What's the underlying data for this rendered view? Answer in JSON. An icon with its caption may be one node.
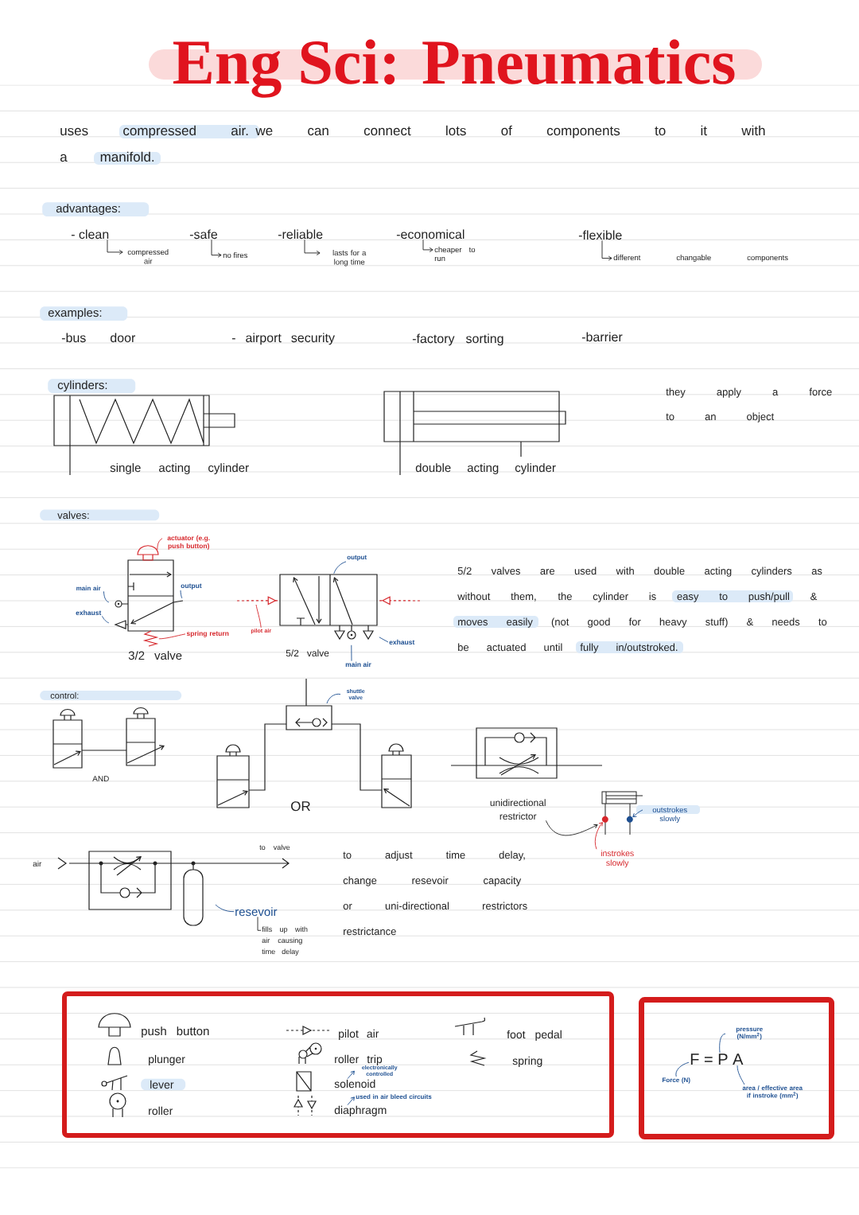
{
  "diagram": {
    "title": "Eng Sci: Pneumatics",
    "nodes": [
      {
        "text": [
          "- clean"
        ]
      },
      {
        "text": [
          "compressed air"
        ]
      },
      {
        "text": [
          "-safe"
        ]
      },
      {
        "text": [
          "no fires"
        ]
      },
      {
        "text": [
          "-reliable"
        ]
      },
      {
        "text": [
          "lasts for a long time"
        ]
      },
      {
        "text": [
          "-economical"
        ]
      },
      {
        "text": [
          "cheaper to run"
        ]
      },
      {
        "text": [
          "-flexible"
        ]
      },
      {
        "text": [
          "different changable components"
        ]
      },
      {
        "text": [],
        "shape": "picture",
        "beside": [
          "3/2 valve"
        ]
      },
      {
        "text": [
          "actuator (e.g. push button)"
        ]
      },
      {
        "text": [
          "main air"
        ]
      },
      {
        "text": [
          "output"
        ]
      },
      {
        "text": [
          "exhaust"
        ]
      },
      {
        "text": [
          "spring return"
        ]
      },
      {
        "text": [],
        "shape": "picture",
        "beside": [
          "5/2 valve"
        ]
      },
      {
        "text": [
          "output"
        ]
      },
      {
        "text": [
          "pilot air"
        ]
      },
      {
        "text": [
          "exhaust"
        ]
      },
      {
        "text": [
          "main air"
        ]
      },
      {
        "text": [
          "shuttle valve"
        ]
      },
      {
        "text": [
          "unidirectional restrictor"
        ]
      },
      {
        "text": [],
        "shape": "picture"
      },
      {
        "text": [],
        "shape": "circle",
        "in": 23
      },
      {
        "text": [],
        "shape": "circle",
        "in": 23
      },
      {
        "text": [
          "outstrokes slowly"
        ]
      },
      {
        "text": [
          "instrokes slowly"
        ]
      },
      {
        "text": [
          "resevoir"
        ]
      },
      {
        "text": [
          "fills up with air causing time delay"
        ]
      },
      {
        "text": [],
        "shape": "box"
      },
      {
        "text": [
          "push button"
        ],
        "in": 30
      },
      {
        "text": [
          "plunger"
        ],
        "in": 30
      },
      {
        "text": [
          "lever"
        ],
        "in": 30
      },
      {
        "text": [
          "roller"
        ],
        "in": 30
      },
      {
        "text": [
          "pilot air"
        ],
        "in": 30
      },
      {
        "text": [
          "roller trip"
        ],
        "in": 30
      },
      {
        "text": [
          "electronically controlled"
        ],
        "in": 30
      },
      {
        "text": [
          "solenoid"
        ],
        "in": 30
      },
      {
        "text": [
          "used in air bleed circuits"
        ],
        "in": 30
      },
      {
        "text": [
          "diaphragm"
        ],
        "in": 30
      },
      {
        "text": [
          "foot pedal"
        ],
        "in": 30
      },
      {
        "text": [
          "spring"
        ],
        "in": 30
      },
      {
        "text": [],
        "shape": "box"
      },
      {
        "text": [
          "pressure (N/mm$^{2}$)"
        ],
        "in": 43
      },
      {
        "text": [
          "F = P A"
        ],
        "in": 43
      },
      {
        "text": [
          "Force (N)"
        ],
        "in": 43
      },
      {
        "text": [
          "area / effective area if instroke (mm$^{2}$)"
        ],
        "in": 43
      }
    ],
    "edges": [
      {
        "from": 0,
        "to": 1,
        "arrow": "to",
        "color": "#222222"
      },
      {
        "from": 2,
        "to": 3,
        "arrow": "to",
        "color": "#222222"
      },
      {
        "from": 4,
        "to": 5,
        "arrow": "to",
        "color": "#222222"
      },
      {
        "from": 6,
        "to": 7,
        "arrow": "to",
        "color": "#222222"
      },
      {
        "from": 8,
        "to": 9,
        "arrow": "to",
        "color": "#222222"
      },
      {
        "from": 11,
        "to": 10,
        "arrow": "none",
        "color": "#d6262b"
      },
      {
        "from": 12,
        "to": 10,
        "arrow": "none"
      },
      {
        "from": 13,
        "to": 10,
        "arrow": "none"
      },
      {
        "from": 14,
        "to": 10,
        "arrow": "none"
      },
      {
        "from": 15,
        "to": 10,
        "arrow": "none",
        "color": "#d6262b"
      },
      {
        "from": 17,
        "to": 16,
        "arrow": "none"
      },
      {
        "from": 18,
        "to": null,
        "arrow": "none",
        "color": "#d6262b"
      },
      {
        "from": 19,
        "to": 16,
        "arrow": "none"
      },
      {
        "from": 20,
        "to": 16,
        "arrow": "none"
      },
      {
        "from": 21,
        "to": null,
        "arrow": "none"
      },
      {
        "from": 22,
        "to": 23,
        "arrow": "to",
        "color": "#222222"
      },
      {
        "from": 27,
        "to": 24,
        "arrow": "to",
        "color": "#d6262b"
      },
      {
        "from": 26,
        "to": 25,
        "arrow": "to"
      },
      {
        "from": 28,
        "to": null,
        "arrow": "none"
      },
      {
        "from": 28,
        "to": 29,
        "arrow": "none",
        "color": "#222222"
      },
      {
        "from": 38,
        "to": 37,
        "arrow": "to"
      },
      {
        "from": 40,
        "to": 39,
        "arrow": "to"
      },
      {
        "from": 44,
        "to": 45,
        "arrow": "none"
      },
      {
        "from": 46,
        "to": 45,
        "arrow": "none"
      },
      {
        "from": 47,
        "to": 45,
        "arrow": "none"
      },
      {
        "from": null,
        "to": 16,
        "arrow": "to",
        "style": "dashed",
        "color": "#d6262b"
      },
      {
        "from": null,
        "to": 16,
        "arrow": "to",
        "style": "dashed",
        "color": "#d6262b"
      }
    ],
    "labels": [
      "uses compressed air. we can connect lots of components to it with a manifold.",
      "advantages:",
      "examples:",
      "-bus door",
      "- airport security",
      "-factory sorting",
      "-barrier",
      "cylinders:",
      "they apply a force to an object",
      "single acting cylinder",
      "double acting cylinder",
      "valves:",
      "5/2 valves are used with double acting cylinders as without them, the cylinder is easy to push/pull & moves easily (not good for heavy stuff) & needs to be actuated until fully in/outstroked.",
      "control:",
      "AND",
      "OR",
      "to valve",
      "air",
      "to adjust time delay, change resevoir capacity or uni-directional restrictors restrictance"
    ]
  }
}
